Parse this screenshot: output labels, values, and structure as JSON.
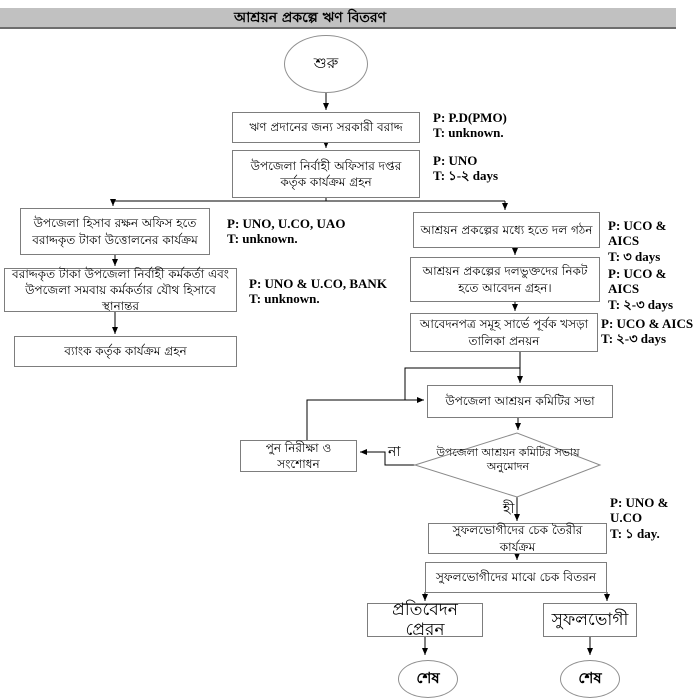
{
  "title_bar": {
    "text": "আশ্রয়ন প্রকল্পে ঋণ বিতরণ"
  },
  "colors": {
    "title_bar_bg": "#c1c1c1",
    "line": "#000000",
    "box_border": "#7d7d7d"
  },
  "nodes": {
    "start": {
      "label": "শুরু"
    },
    "govt_allocation": {
      "label": "ঋণ প্রদানের জন্য সরকারী বরাদ্দ"
    },
    "uno_office": {
      "label": "উপজেলা নির্বাহী অফিসার দপ্তর কর্তৃক কার্যক্রম গ্রহন"
    },
    "withdraw": {
      "label": "উপজেলা হিসাব রক্ষন অফিস হতে বরাদ্দকৃত টাকা উত্তোলনের কার্যক্রম"
    },
    "transfer": {
      "label": "বরাদ্দকৃত টাকা উপজেলা নির্বাহী কর্মকর্তা এবং উপজেলা সমবায় কর্মকর্তার যৌথ হিসাবে স্থানান্তর"
    },
    "bank": {
      "label": "ব্যাংক কর্তৃক কার্যক্রম গ্রহন"
    },
    "group_formation": {
      "label": "আশ্রয়ন প্রকল্পের মধ্যে হতে দল গঠন"
    },
    "application": {
      "label": "আশ্রয়ন প্রকল্পের দলভুক্তদের নিকট হতে আবেদন গ্রহন।"
    },
    "draft_list": {
      "label": "আবেদনপত্র সমূহ সার্ভে পূর্বক খসড়া তালিকা প্রনয়ন"
    },
    "committee_meeting": {
      "label": "উপজেলা আশ্রয়ন কমিটির সভা"
    },
    "decision": {
      "label": "উপজেলা আশ্রয়ন কমিটির সভায়\nঅনুমোদন"
    },
    "review": {
      "label": "পুন নিরীক্ষা ও সংশোধন"
    },
    "cheque_prepare": {
      "label": "সুফলভোগীদের চেক তৈরীর কার্যক্রম"
    },
    "cheque_distribute": {
      "label": "সুফলভোগীদের মাঝে চেক বিতরন"
    },
    "report": {
      "label": "প্রতিবেদন প্রেরন"
    },
    "beneficiary": {
      "label": "সুফলভোগী"
    },
    "end_left": {
      "label": "শেষ"
    },
    "end_right": {
      "label": "শেষ"
    }
  },
  "annotations": {
    "govt_allocation": "P: P.D(PMO)\nT: unknown.",
    "uno_office": "P: UNO\nT: ১-২ days",
    "withdraw": "P: UNO, U.CO, UAO\nT: unknown.",
    "transfer": "P: UNO & U.CO, BANK\nT: unknown.",
    "group_formation": "P: UCO & AICS\nT: ৩ days",
    "application": "P: UCO & AICS\nT: ২-৩ days",
    "draft_list": "P: UCO & AICS\nT: ২-৩ days",
    "cheque_prepare": "P: UNO &\nU.CO\nT: ১ day."
  },
  "edge_labels": {
    "no": "না",
    "yes": "হী"
  }
}
